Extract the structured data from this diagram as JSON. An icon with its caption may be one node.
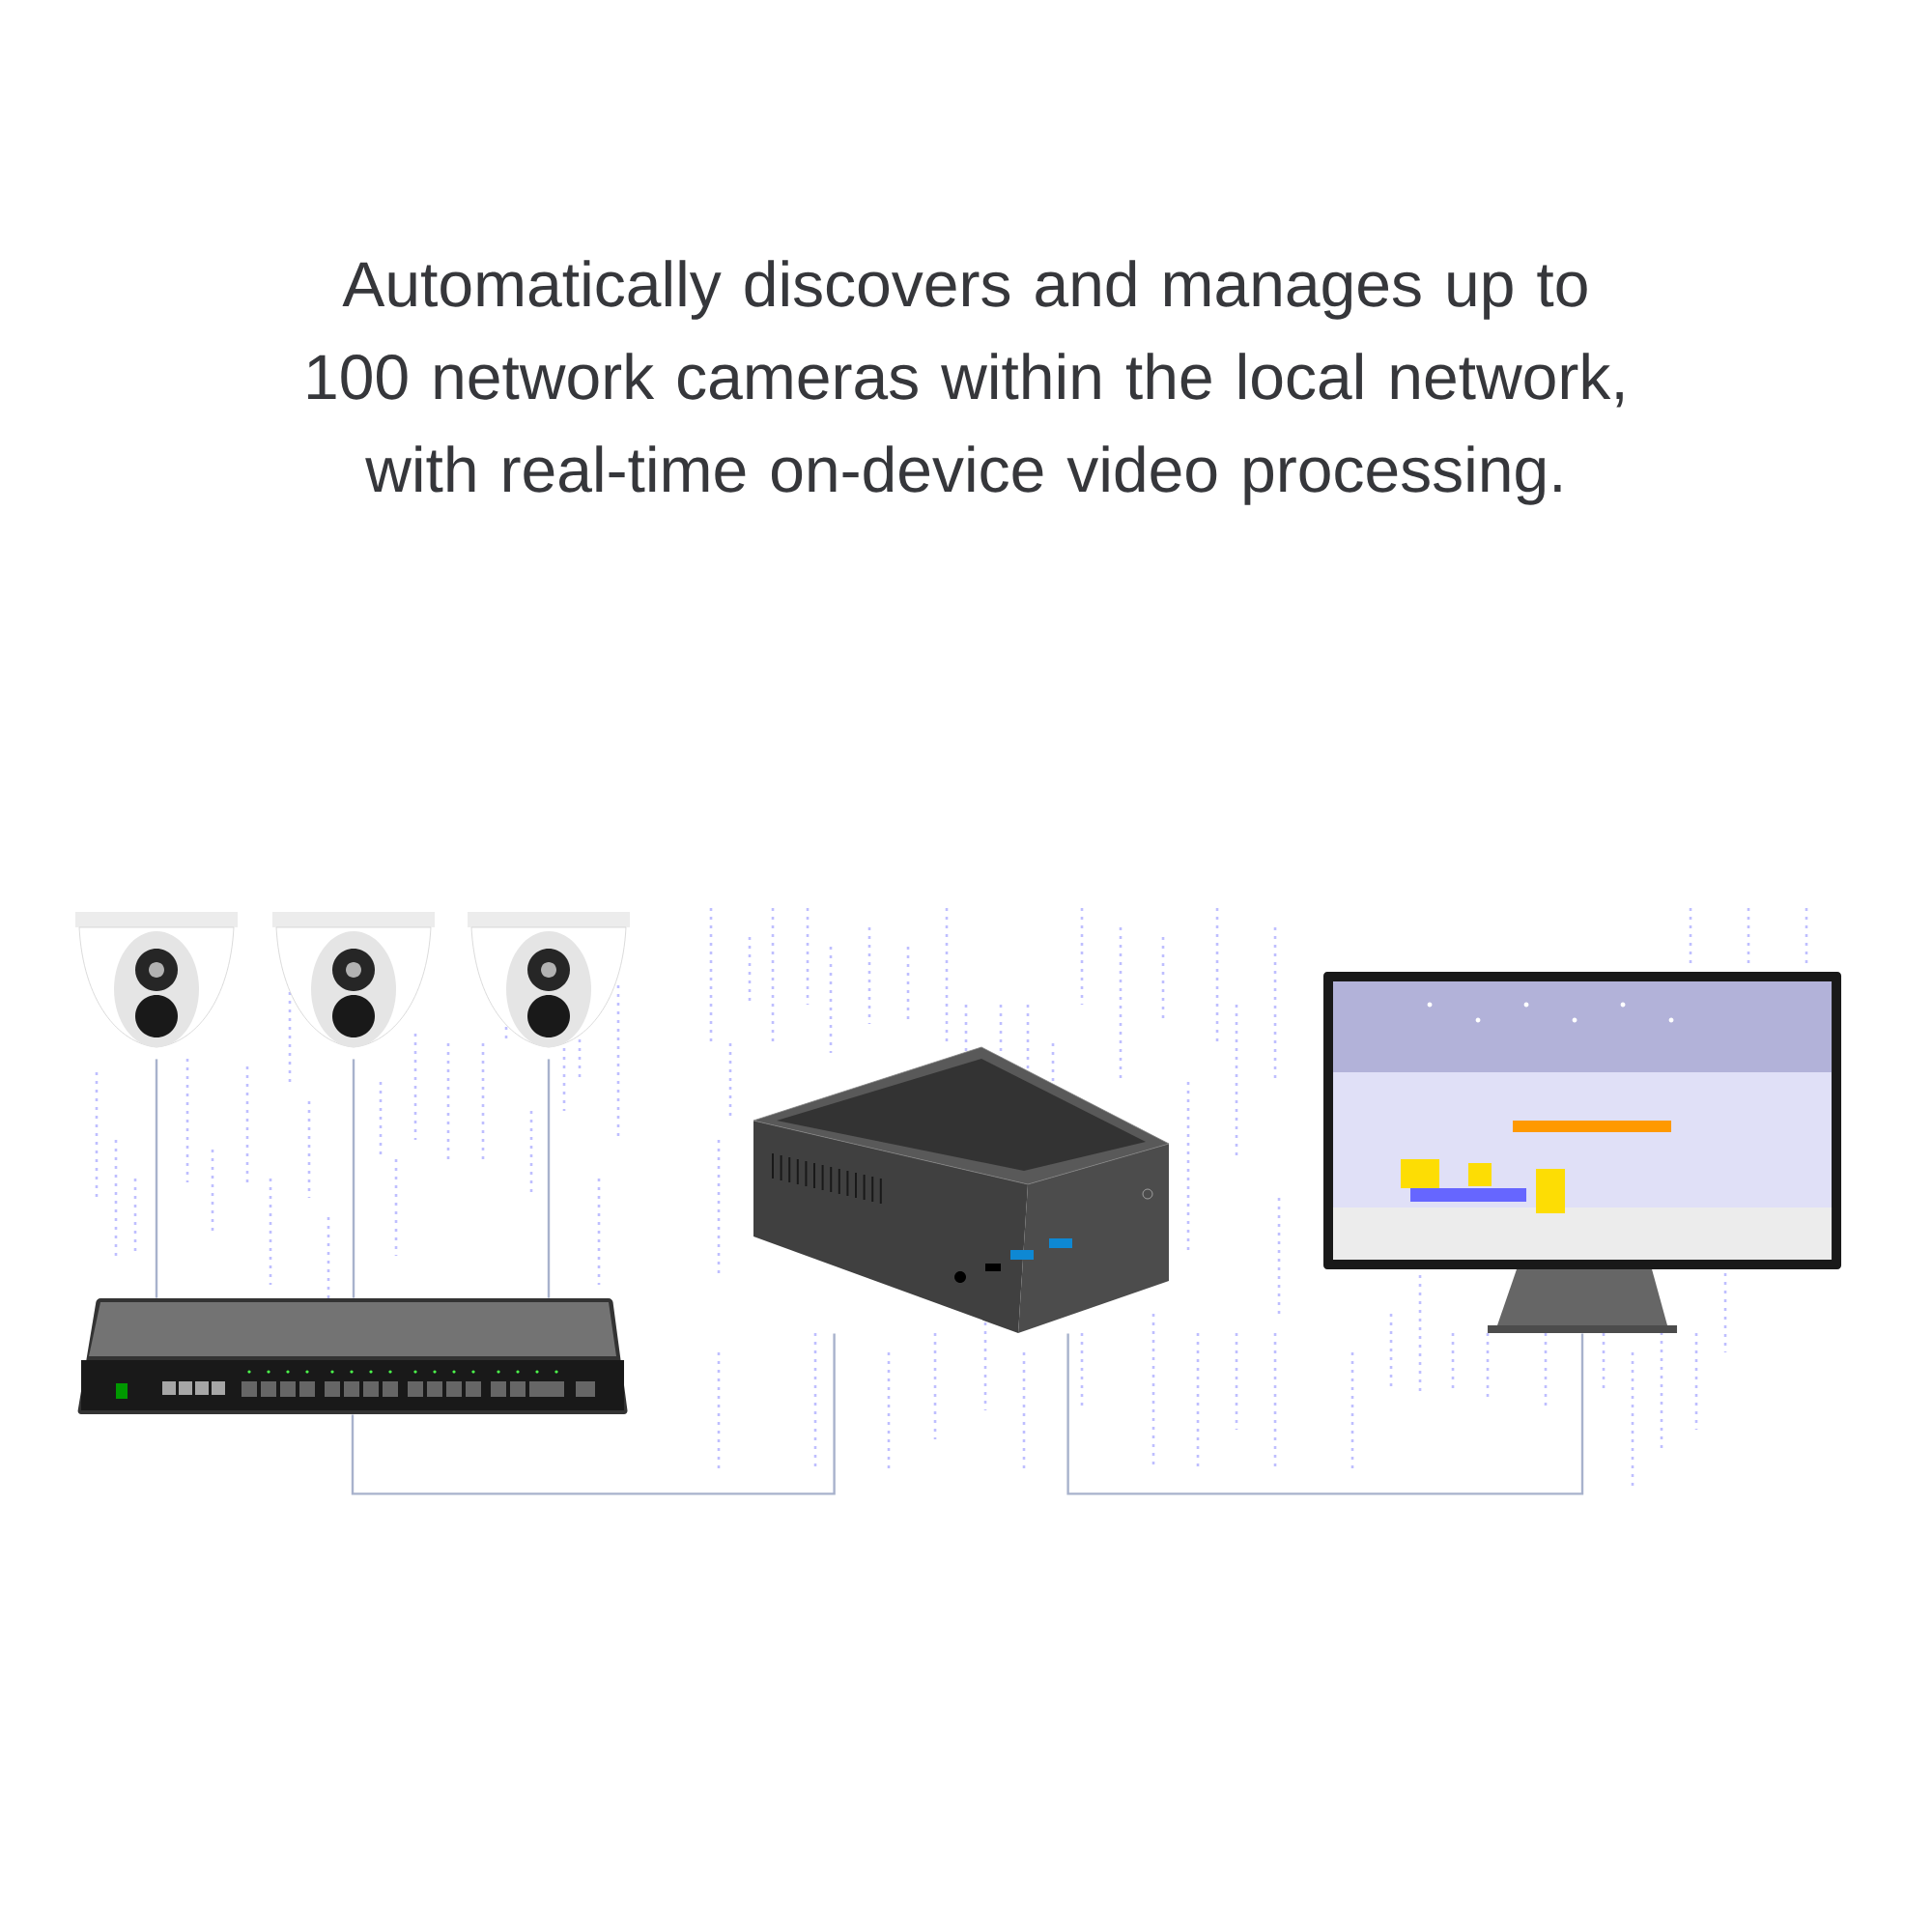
{
  "diagram": {
    "title": "Automatically discovers and manages up to 100 network cameras within the local network, with real-time on-device video processing.",
    "nodes": [
      {
        "text": [],
        "shape": "picture"
      },
      {
        "text": [],
        "shape": "picture"
      },
      {
        "text": [],
        "shape": "picture"
      },
      {
        "text": [],
        "shape": "picture"
      },
      {
        "text": [],
        "shape": "picture"
      },
      {
        "text": [],
        "shape": "picture"
      }
    ],
    "edges": [
      {
        "from": 0,
        "to": 3,
        "arrow": "none"
      },
      {
        "from": 1,
        "to": 3,
        "arrow": "none"
      },
      {
        "from": 2,
        "to": 3,
        "arrow": "none"
      },
      {
        "from": 3,
        "to": 4,
        "arrow": "none"
      },
      {
        "from": 4,
        "to": 5,
        "arrow": "none"
      }
    ]
  }
}
